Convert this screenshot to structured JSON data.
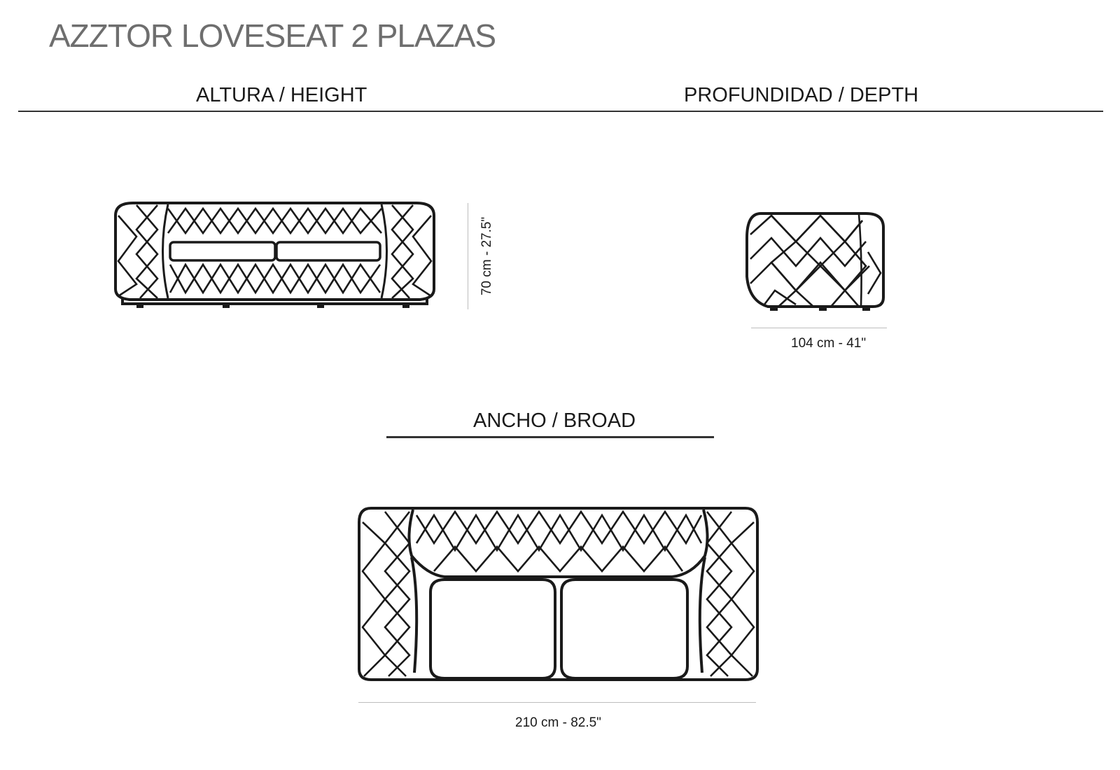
{
  "title": "AZZTOR LOVESEAT 2 PLAZAS",
  "sections": {
    "height": {
      "label": "ALTURA / HEIGHT",
      "dimension": "70 cm - 27.5\""
    },
    "depth": {
      "label": "PROFUNDIDAD / DEPTH",
      "dimension": "104 cm - 41\""
    },
    "broad": {
      "label": "ANCHO / BROAD",
      "dimension": "210 cm - 82.5\""
    }
  },
  "colors": {
    "outline": "#1a1a1a",
    "title": "#6e6e6e",
    "dimension_line": "#bdbdbd"
  }
}
